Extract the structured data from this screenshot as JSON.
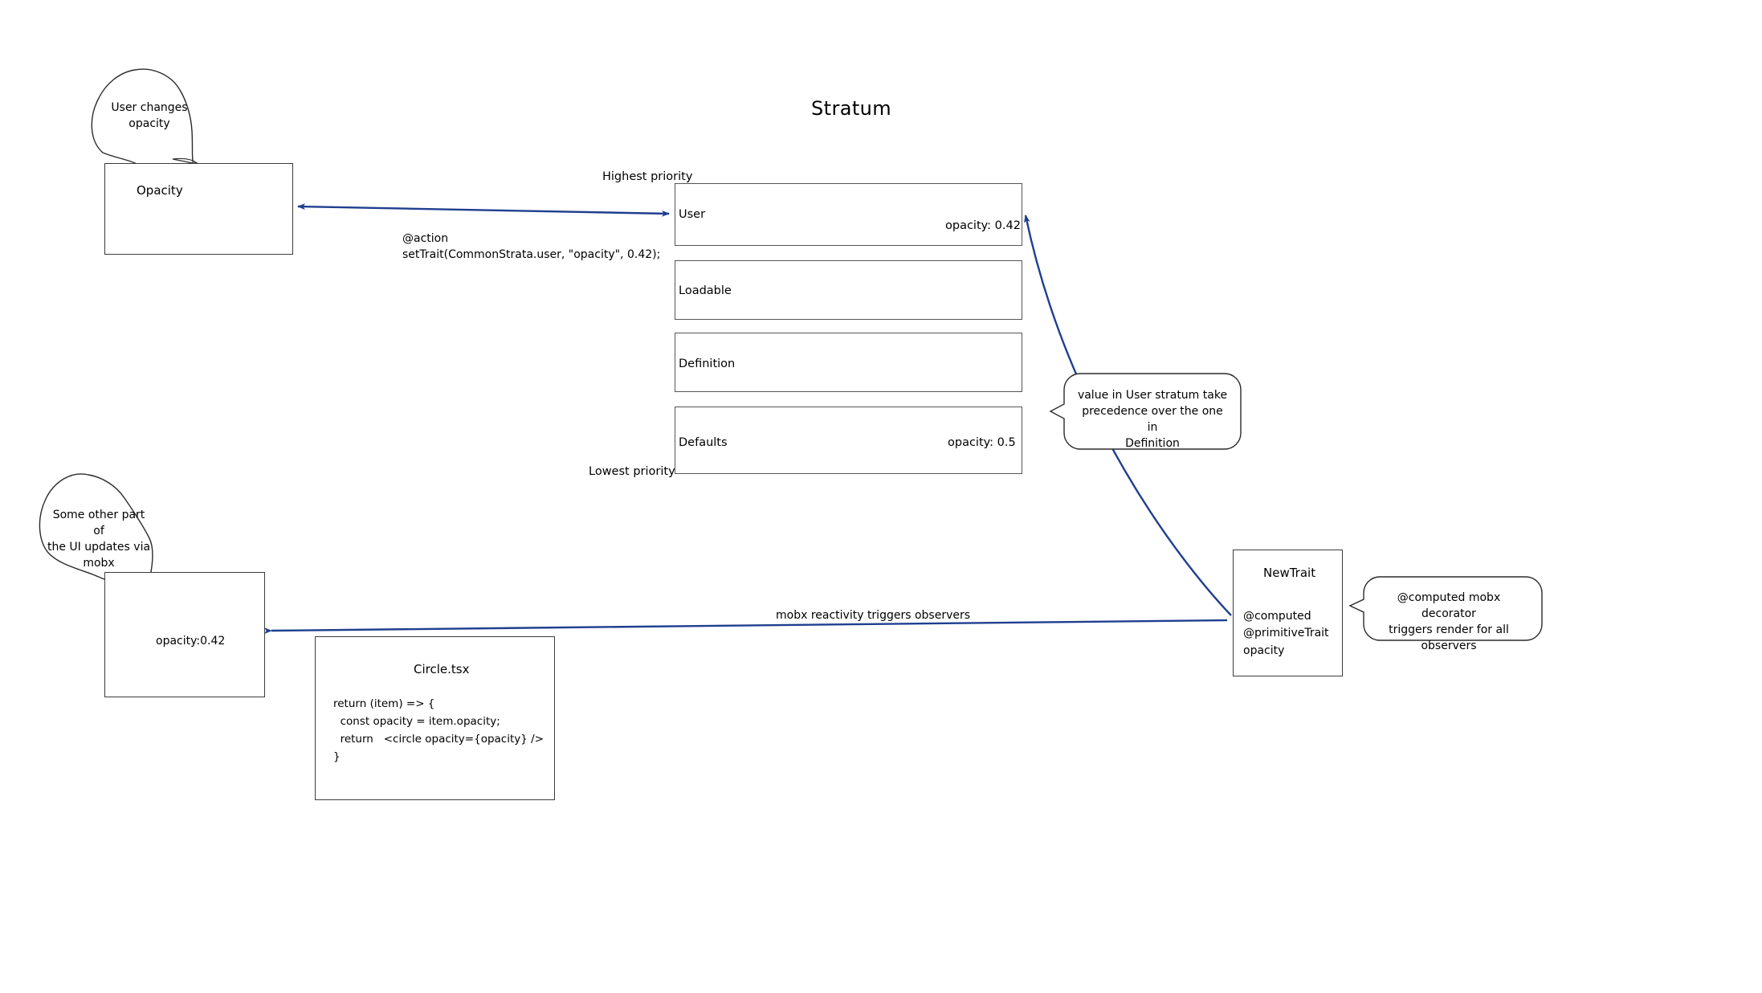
{
  "diagram": {
    "title": "Stratum",
    "accent_arrow_color": "#1f3f8f",
    "box_border_color": "#555555",
    "circle_fill_color": "#ebebeb"
  },
  "opacity_panel": {
    "title": "Opacity",
    "slider_icon": "horizontal-slider",
    "knob_icon": "slider-knob"
  },
  "callouts": {
    "user_changes": "User changes\nopacity",
    "other_ui": "Some other part of\nthe UI updates via\nmobx",
    "precedence": "value in User stratum take\nprecedence over the one in\nDefinition",
    "computed_decorator": "@computed mobx decorator\ntriggers render for all observers"
  },
  "edges": {
    "action_label": "@action\nsetTrait(CommonStrata.user, \"opacity\", 0.42);",
    "reactivity_label": "mobx reactivity triggers observers"
  },
  "priority": {
    "highest": "Highest priority",
    "lowest": "Lowest priority"
  },
  "strata": [
    {
      "name": "User",
      "value": "opacity: 0.42"
    },
    {
      "name": "Loadable",
      "value": ""
    },
    {
      "name": "Definition",
      "value": ""
    },
    {
      "name": "Defaults",
      "value": "opacity: 0.5"
    }
  ],
  "circle_panel": {
    "opacity_label": "opacity:0.42"
  },
  "code_panel": {
    "title": "Circle.tsx",
    "body": "return (item) => {\n  const opacity = item.opacity;\n  return   <circle opacity={opacity} />\n}"
  },
  "newtrait_panel": {
    "title": "NewTrait",
    "body": "@computed\n@primitiveTrait\nopacity"
  }
}
